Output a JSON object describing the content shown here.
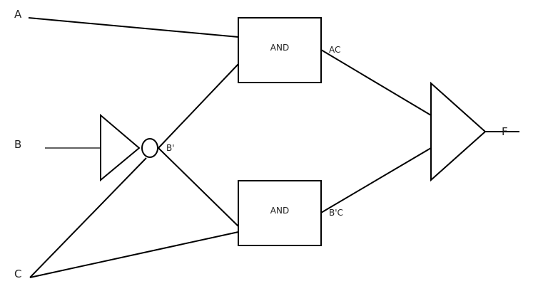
{
  "inputs": {
    "a": "A",
    "b": "B",
    "c": "C"
  },
  "gates": {
    "and_top": "AND",
    "and_bottom": "AND"
  },
  "signals": {
    "ac": "AC",
    "b_not": "B'",
    "b_not_c": "B'C"
  },
  "output": "F"
}
